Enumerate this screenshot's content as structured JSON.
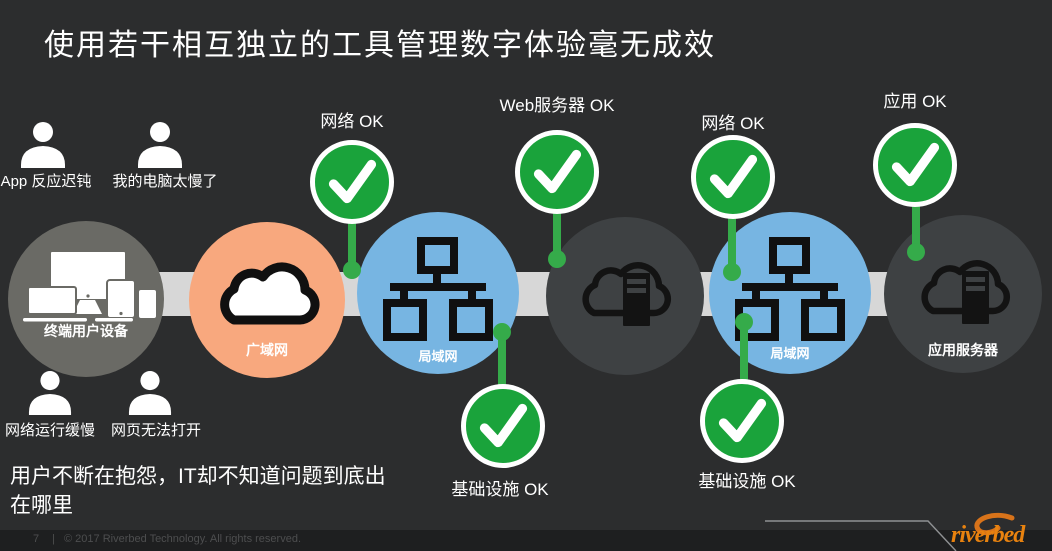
{
  "slide": {
    "title": "使用若干相互独立的工具管理数字体验毫无成效",
    "statement_lines": [
      "用户不断在抱怨，IT却不知道问题到底出",
      "在哪里"
    ]
  },
  "complaints": [
    {
      "label": "App 反应迟钝"
    },
    {
      "label": "我的电脑太慢了"
    },
    {
      "label": "网络运行缓慢"
    },
    {
      "label": "网页无法打开"
    }
  ],
  "chain": [
    {
      "label": "终端用户设备",
      "icon": "devices-icon",
      "color": "#6a6a65"
    },
    {
      "label": "广域网",
      "icon": "cloud-icon",
      "color": "#f8a87e"
    },
    {
      "label": "局域网",
      "icon": "lan-icon",
      "color": "#77b5e2"
    },
    {
      "icon": "cloud-server-icon",
      "color": "#3e4143"
    },
    {
      "label": "局域网",
      "icon": "lan-icon",
      "color": "#77b5e2"
    },
    {
      "label": "应用服务器",
      "icon": "cloud-server-icon",
      "color": "#3e4143"
    }
  ],
  "status_checks": [
    {
      "label": "网络 OK",
      "position": "top"
    },
    {
      "label": "Web服务器 OK",
      "position": "top"
    },
    {
      "label": "网络 OK",
      "position": "top"
    },
    {
      "label": "应用 OK",
      "position": "top"
    },
    {
      "label": "基础设施 OK",
      "position": "bottom"
    },
    {
      "label": "基础设施 OK",
      "position": "bottom"
    }
  ],
  "footer": {
    "page_number": "7",
    "separator": "|",
    "copyright": "© 2017 Riverbed Technology. All rights reserved.",
    "logo_text": "riverbed"
  },
  "colors": {
    "background": "#2c2d2e",
    "band": "#d7d7d7",
    "check_green": "#1aa33b",
    "stem_green": "#35ab4a",
    "orange_wan": "#f8a87e",
    "blue_lan": "#77b5e2",
    "dark_server_circle": "#3e4143",
    "gray_devices_circle": "#6a6a65",
    "logo_orange": "#e8820f"
  }
}
